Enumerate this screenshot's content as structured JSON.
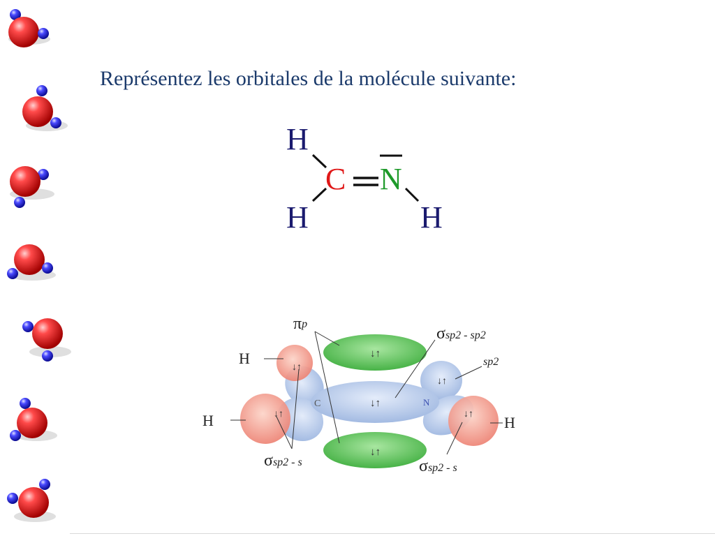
{
  "slide": {
    "title": "Représentez les orbitales de la molécule suivante:"
  },
  "structure": {
    "atoms": {
      "carbon": "C",
      "nitrogen": "N",
      "h_top_left": "H",
      "h_bottom_left": "H",
      "h_bottom_right": "H"
    },
    "colors": {
      "hydrogen": "#1a1a6e",
      "carbon": "#e01818",
      "nitrogen": "#1e9a2a"
    }
  },
  "orbital_diagram": {
    "labels": {
      "pi_symbol": "π",
      "pi_sub": "p",
      "sigma_sp2sp2_symbol": "σ",
      "sigma_sp2sp2_text": "sp2 - sp2",
      "sp2_label": "sp2",
      "sigma_sp2s_left_symbol": "σ",
      "sigma_sp2s_left_text": "sp2 - s",
      "sigma_sp2s_right_symbol": "σ",
      "sigma_sp2s_right_text": "sp2 - s",
      "h_upper_left": "H",
      "h_lower_left": "H",
      "h_right": "H",
      "carbon_center": "C",
      "nitrogen_center": "N"
    },
    "electron_pair": "↓↑",
    "colors": {
      "pi_lobe": "#6cc76a",
      "sigma_lobe": "#a9c2e6",
      "s_orbital": "#f0877a"
    }
  },
  "sidebar": {
    "icon_count": 7
  }
}
